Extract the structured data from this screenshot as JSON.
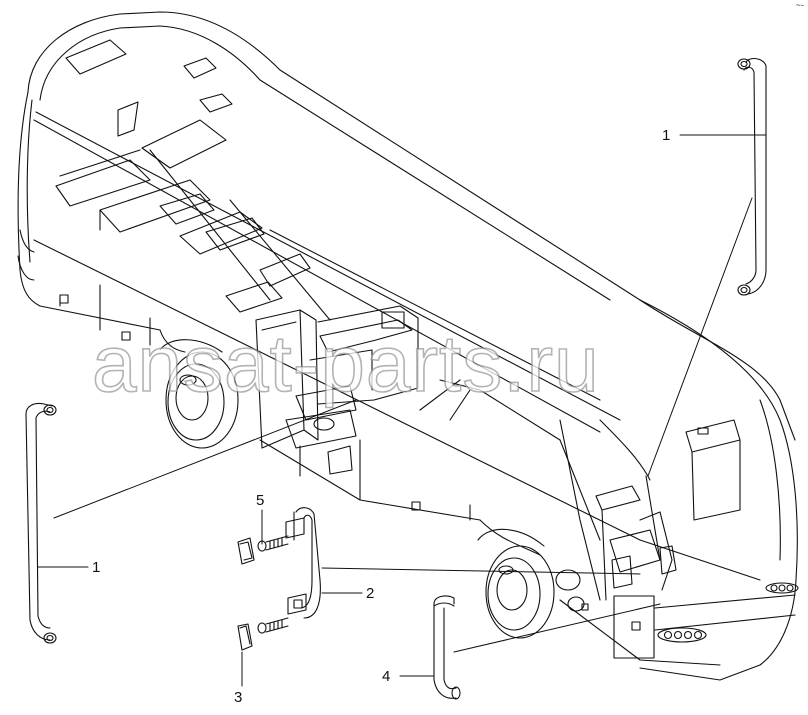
{
  "diagram": {
    "callouts": {
      "c1_top": "1",
      "c1_left": "1",
      "c2": "2",
      "c3": "3",
      "c4": "4",
      "c5": "5"
    },
    "watermark": "ansat-parts.ru",
    "corner_mark": "~-"
  }
}
